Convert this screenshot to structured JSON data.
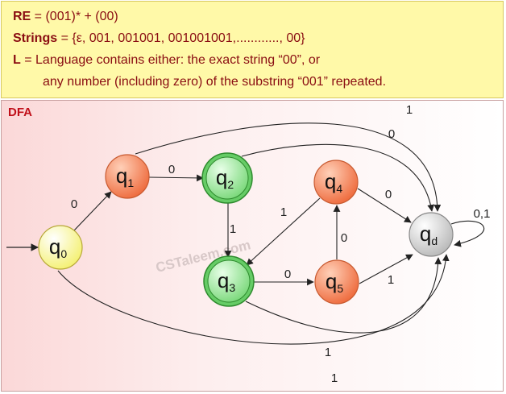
{
  "header": {
    "re_label": "RE",
    "re_value": " = (001)* + (00)",
    "strings_label": "Strings",
    "strings_value": " = {ε, 001, 001001, 001001001,............, 00}",
    "lang_label": "L",
    "lang_line1": " =  Language contains either: the exact string “00”, or",
    "lang_line2": "any number (including zero) of the substring “001” repeated."
  },
  "panel": {
    "title": "DFA",
    "watermark": "CSTaleem.com"
  },
  "states": [
    {
      "id": "q0",
      "main": "q",
      "sub": "0",
      "type": "start",
      "fill": "#ffffb0"
    },
    {
      "id": "q1",
      "main": "q",
      "sub": "1",
      "type": "normal",
      "fill": "#f47c50"
    },
    {
      "id": "q2",
      "main": "q",
      "sub": "2",
      "type": "accept",
      "fill": "#66cc66"
    },
    {
      "id": "q3",
      "main": "q",
      "sub": "3",
      "type": "accept",
      "fill": "#66cc66"
    },
    {
      "id": "q4",
      "main": "q",
      "sub": "4",
      "type": "normal",
      "fill": "#f47c50"
    },
    {
      "id": "q5",
      "main": "q",
      "sub": "5",
      "type": "normal",
      "fill": "#f47c50"
    },
    {
      "id": "qd",
      "main": "q",
      "sub": "d",
      "type": "dead",
      "fill": "#c8c8c8"
    }
  ],
  "transitions": [
    {
      "from": "q0",
      "to": "q1",
      "label": "0"
    },
    {
      "from": "q1",
      "to": "q2",
      "label": "0"
    },
    {
      "from": "q2",
      "to": "q3",
      "label": "1"
    },
    {
      "from": "q3",
      "to": "q5",
      "label": "0"
    },
    {
      "from": "q5",
      "to": "q4",
      "label": "0"
    },
    {
      "from": "q4",
      "to": "q3",
      "label": "1"
    },
    {
      "from": "q4",
      "to": "qd",
      "label": "0"
    },
    {
      "from": "q5",
      "to": "qd",
      "label": "1"
    },
    {
      "from": "q1",
      "to": "qd",
      "label": "1"
    },
    {
      "from": "q2",
      "to": "qd",
      "label": "0"
    },
    {
      "from": "q3",
      "to": "qd",
      "label": "1"
    },
    {
      "from": "q0",
      "to": "qd",
      "label": "1"
    },
    {
      "from": "qd",
      "to": "qd",
      "label": "0,1"
    }
  ]
}
